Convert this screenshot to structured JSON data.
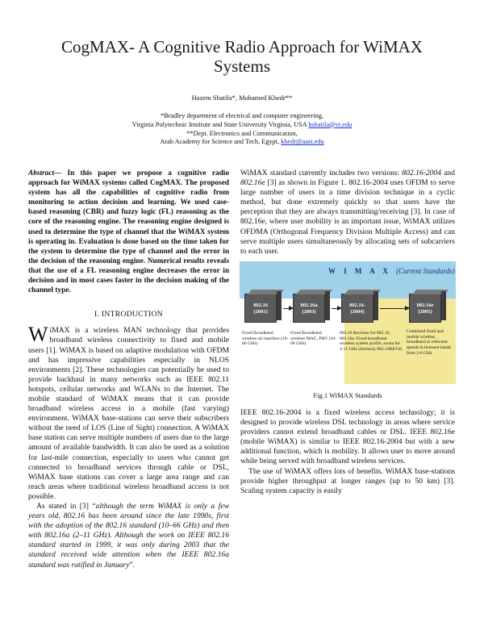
{
  "title": "CogMAX- A Cognitive Radio Approach for WiMAX Systems",
  "authors": "Hazem Shatila*,  Mohamed Khedr**",
  "affiliations": {
    "line1": "*Bradley department of electrical and computer engineering,",
    "line2_text": "Virginia Polytechnic Institute and State University Virginia, USA ",
    "line2_email": "hshatila@vt.edu",
    "line3": "**Dept. Electronics and Communication,",
    "line4_text": "Arab Academy for Science and Tech, Egypt, ",
    "line4_email": "khedr@aast.edu"
  },
  "abstract": {
    "lead": "Abstract—",
    "body": " In this paper we propose a cognitive radio approach for WiMAX systems called CogMAX. The proposed system has all the capabilities of cognitive radio from monitoring to action decision and learning. We used case-based reasoning (CBR) and fuzzy logic (FL) reasoning as the core of the reasoning engine. The reasoning engine designed is used to determine the type of channel that the WiMAX system is operating in. Evaluation is done based on the time taken for the system to determine the type of channel and the error in the decision of the reasoning engine. Numerical results reveals that the use of a FL reasoning engine decreases the error in decision and in most cases faster in the decision making of the channel type."
  },
  "section1": {
    "heading": "I.    INTRODUCTION",
    "dropcap": "W",
    "p1": "iMAX is a wireless MAN technology that provides broadband wireless connectivity to fixed and mobile users [1]. WiMAX is based on adaptive modulation with OFDM and has impressive capabilities especially in NLOS environments [2]. These technologies can potentially be used to provide backhaul in many networks such as IEEE 802.11 hotspots, cellular networks and WLANs to the Internet. The mobile standard of WiMAX means that it can provide broadband wireless access in a mobile (fast varying) environment. WiMAX base-stations can serve their subscribers without the need of LOS (Line of Sight) connection. A WiMAX base station can serve multiple numbers of users due to the large amount of available bandwidth. It can also be used as a solution for last-mile connection, especially to users who cannot get connected to broadband services through cable or DSL, WiMAX base stations can cover a large area range and can reach areas where traditional wireless broadband access is not possible.",
    "p2_start": "As stated in [3] “",
    "p2_italic": "although the term WiMAX is only a few years old, 802.16 has been around since the late 1990s, first with the adoption of the 802.16 standard (10–66 GHz) and then with 802.16a (2–11 GHz). Although the work on IEEE 802.16 standard started in 1999, it was only during 2003 that the standard received wide attention when the IEEE 802.16a standard was ratified in January",
    "p2_end": "”.",
    "p3_a": "WiMAX standard currently includes two versions: ",
    "p3_i1": "802.16-2004",
    "p3_b": " and ",
    "p3_i2": "802.16e",
    "p3_c": " [3] as shown in Figure 1. 802.16-2004 uses OFDM to serve large number of users in a time division technique in a cyclic method, but done extremely quickly so that users have the perception that they are always transmitting/receiving [3]. In case of 802.16e, where user mobility is an important issue, WiMAX utilizes OFDMA (Orthogonal Frequency Division Multiple Access) and can serve multiple users simultaneously by allocating sets of subcarriers to each user.",
    "p4": "IEEE 802.16-2004 is a fixed wireless access technology; it is designed to provide wireless DSL technology in areas where service providers cannot extend broadband cables or DSL. IEEE 802.16e (mobile WiMAX) is similar to IEEE 802.16-2004 but with a new additional function, which is mobility. It allows user to move around while being served with broadband wireless services.",
    "p5": "The use of WiMAX offers lots of benefits. WiMAX base-stations provide higher throughput at longer ranges (up to 50 km) [3]. Scaling system capacity is easily"
  },
  "figure": {
    "header_main": "W I M A X ",
    "header_sub": "(Current Standards)",
    "boxes": [
      {
        "l1": "802.16",
        "l2": "(2001)",
        "desc": "Fixed Broadband wireless air interface (10-66 GHz)"
      },
      {
        "l1": "802.16a",
        "l2": "(2003)",
        "desc": "Fixed Broadband wireless MAC, PHY (10-66 GHz)"
      },
      {
        "l1": "802.16-",
        "l2": "(2004)",
        "desc": "802.16 Revision for 802.16, 802.16a. Fixed broadband wireless system profile, errata for 2-11 GHz (formerly 802.16REVd)"
      },
      {
        "l1": "802.16e",
        "l2": "(2005)",
        "desc": "Combined fixed and mobile wireless broadband at vehicular speeds in licensed bands from 2-6 GHz"
      }
    ],
    "caption": "Fig.1 WiMAX Standards"
  }
}
